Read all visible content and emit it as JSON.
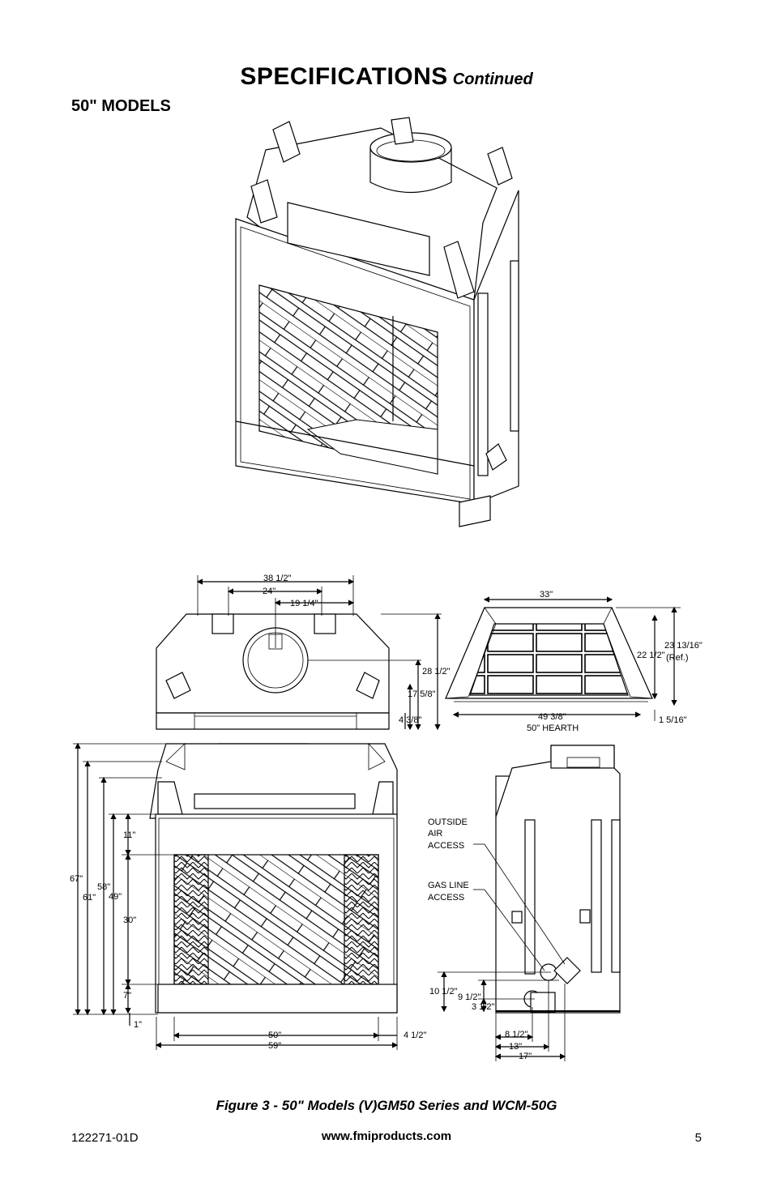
{
  "header": {
    "title": "SPECIFICATIONS",
    "subtitle": "Continued"
  },
  "section_title": "50\" MODELS",
  "dimensions": {
    "top_view": {
      "d38_5": "38 1/2\"",
      "d24": "24\"",
      "d19_25": "19 1/4\"",
      "d28_5": "28 1/2\"",
      "d17_625": "17 5/8\"",
      "d4_375": "4 3/8\""
    },
    "plan_view": {
      "d33": "33\"",
      "d23_8125": "23 13/16\"",
      "d22_5": "22 1/2\"",
      "ref": "(Ref.)",
      "d49_375": "49 3/8\"",
      "hearth": "50\" HEARTH",
      "d1_3125": "1 5/16\""
    },
    "front_view": {
      "d67": "67\"",
      "d61": "61\"",
      "d58": "58\"",
      "d49": "49\"",
      "d11": "11\"",
      "d30": "30\"",
      "d7": "7\"",
      "d1": "1\"",
      "d50": "50\"",
      "d59": "59\"",
      "d4_5": "4 1/2\""
    },
    "side_view": {
      "outside_air": [
        "OUTSIDE",
        "AIR",
        "ACCESS"
      ],
      "gas_line": [
        "GAS LINE",
        "ACCESS"
      ],
      "d10_5": "10 1/2\"",
      "d9_5": "9 1/2\"",
      "d3_5": "3 1/2\"",
      "d8_5": "8 1/2\"",
      "d13": "13\"",
      "d17": "17\""
    }
  },
  "caption": "Figure 3 - 50\" Models (V)GM50 Series and WCM-50G",
  "footer": {
    "doc_number": "122271-01D",
    "website": "www.fmiproducts.com",
    "page": "5"
  }
}
